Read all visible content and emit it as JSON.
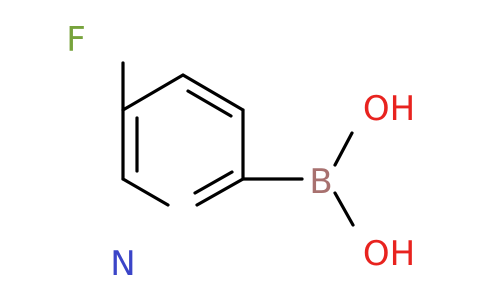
{
  "molecule": {
    "atoms": {
      "fluorine": {
        "symbol": "F",
        "color": "#77a33c"
      },
      "nitrogen": {
        "symbol": "N",
        "color": "#3b45c8"
      },
      "boron": {
        "symbol": "B",
        "color": "#a8716f"
      },
      "hydroxyl_top": {
        "symbol": "OH",
        "color": "#e8231f"
      },
      "hydroxyl_bottom": {
        "symbol": "OH",
        "color": "#e8231f"
      }
    },
    "bond_color": "#000000"
  }
}
